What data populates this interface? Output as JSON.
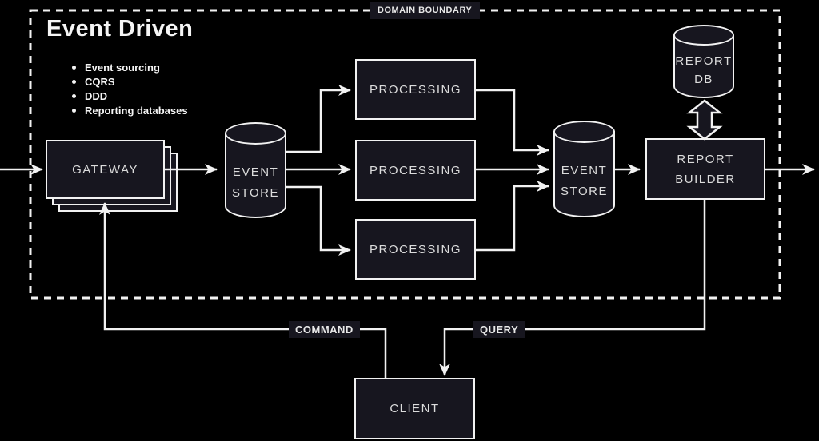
{
  "title": "Event Driven",
  "features": [
    "Event sourcing",
    "CQRS",
    "DDD",
    "Reporting databases"
  ],
  "boundary": {
    "label": "DOMAIN BOUNDARY"
  },
  "nodes": {
    "gateway": {
      "label": "GATEWAY"
    },
    "event_store_left": {
      "label": "EVENT\nSTORE"
    },
    "processing_top": {
      "label": "PROCESSING"
    },
    "processing_middle": {
      "label": "PROCESSING"
    },
    "processing_bottom": {
      "label": "PROCESSING"
    },
    "event_store_right": {
      "label": "EVENT\nSTORE"
    },
    "report_db": {
      "label": "REPORT\nDB"
    },
    "report_builder": {
      "label": "REPORT\nBUILDER"
    },
    "client": {
      "label": "CLIENT"
    }
  },
  "edge_labels": {
    "command": "COMMAND",
    "query": "QUERY"
  },
  "colors": {
    "background": "#000000",
    "node_fill": "#17161f",
    "stroke": "#f2f2f2",
    "text": "#dcdcdc",
    "title_text": "#f5f5f5"
  }
}
